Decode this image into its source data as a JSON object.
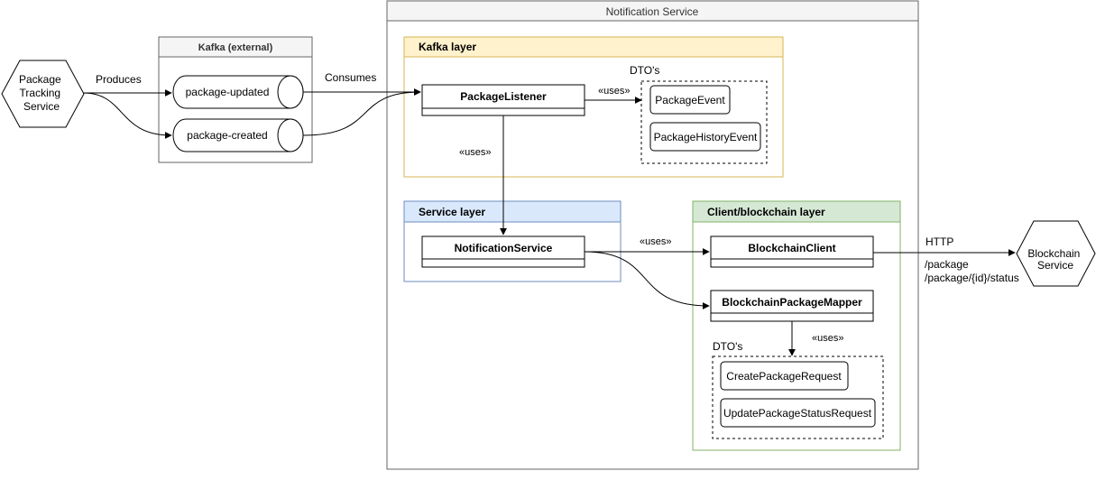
{
  "external": {
    "package_tracking": "Package\nTracking\nService",
    "blockchain_service": "Blockchain\nService"
  },
  "kafka": {
    "title": "Kafka (external)",
    "topics": [
      "package-updated",
      "package-created"
    ]
  },
  "notification_service": {
    "title": "Notification Service",
    "kafka_layer": {
      "title": "Kafka layer",
      "listener": "PackageListener",
      "dtos_label": "DTO's",
      "dtos": [
        "PackageEvent",
        "PackageHistoryEvent"
      ]
    },
    "service_layer": {
      "title": "Service layer",
      "service": "NotificationService"
    },
    "client_layer": {
      "title": "Client/blockchain layer",
      "client": "BlockchainClient",
      "mapper": "BlockchainPackageMapper",
      "dtos_label": "DTO's",
      "dtos": [
        "CreatePackageRequest",
        "UpdatePackageStatusRequest"
      ]
    }
  },
  "edges": {
    "produces": "Produces",
    "consumes": "Consumes",
    "uses_dtos": "«uses»",
    "uses_service": "«uses»",
    "uses_client": "«uses»",
    "uses_mapper_dtos": "«uses»",
    "http": "HTTP",
    "endpoints": [
      "/package",
      "/package/{id}/status"
    ]
  },
  "colors": {
    "kafka_layer_fill": "#fff2cc",
    "kafka_layer_stroke": "#d6b656",
    "service_layer_fill": "#dae8fc",
    "service_layer_stroke": "#6c8ebf",
    "client_layer_fill": "#d5e8d4",
    "client_layer_stroke": "#82b366",
    "header_gray": "#f5f5f5",
    "border_gray": "#666666"
  }
}
